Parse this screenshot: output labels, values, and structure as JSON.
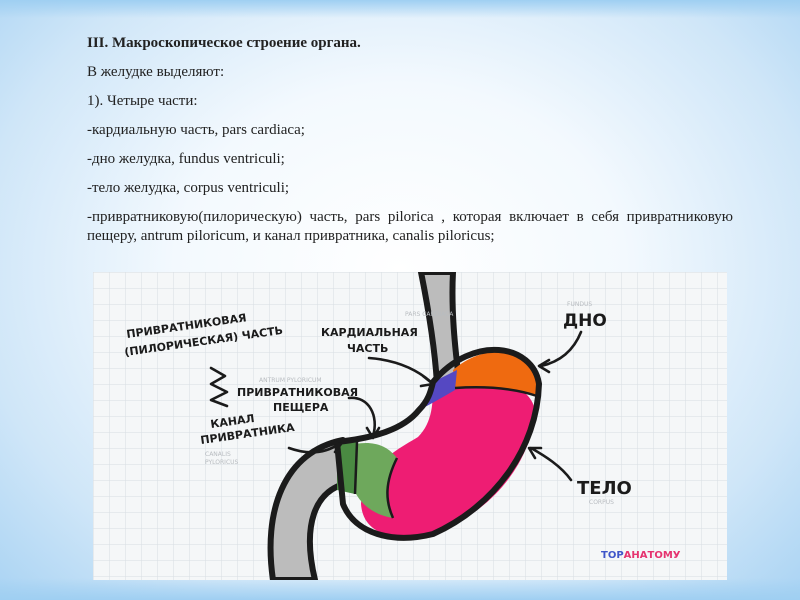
{
  "slide": {
    "title": "III. Макроскопическое строение органа.",
    "intro": "В желудке выделяют:",
    "parts_heading": "1). Четыре части:",
    "items": [
      "-кардиальную часть, pars cardiaca;",
      "-дно желудка, fundus ventriculi;",
      "-тело желудка, corpus ventriculi;",
      "-привратниковую(пилорическую) часть, pars pilorica , которая включает в себя привратниковую пещеру, antrum piloricum, и канал привратника, canalis piloricus;"
    ]
  },
  "diagram": {
    "labels": {
      "pyloric_part_line1": "ПРИВРАТНИКОВАЯ",
      "pyloric_part_line2": "(ПИЛОРИЧЕСКАЯ) ЧАСТЬ",
      "cardiac_line1": "КАРДИАЛЬНАЯ",
      "cardiac_line2": "ЧАСТЬ",
      "cardiac_latin": "PARS CARDIACA",
      "fundus": "ДНО",
      "fundus_latin": "FUNDUS",
      "antrum_latin": "ANTRUM PYLORICUM",
      "antrum_line1": "ПРИВРАТНИКОВАЯ",
      "antrum_line2": "ПЕЩЕРА",
      "canal_line1": "КАНАЛ",
      "canal_line2": "ПРИВРАТНИКА",
      "canal_latin1": "CANALIS",
      "canal_latin2": "PYLORICUS",
      "body": "ТЕЛО",
      "body_latin": "CORPUS",
      "logo_part1": "ТОР",
      "logo_part2": "АНАТОМУ"
    },
    "colors": {
      "fundus": "#ef6a10",
      "body": "#ee1d73",
      "antrum": "#6ea85c",
      "canal": "#4a8a42",
      "cardia": "#5548c2",
      "esophagus": "#bcbcbc",
      "logo_part1": "#3f56c9",
      "logo_part2": "#e5336f"
    }
  }
}
